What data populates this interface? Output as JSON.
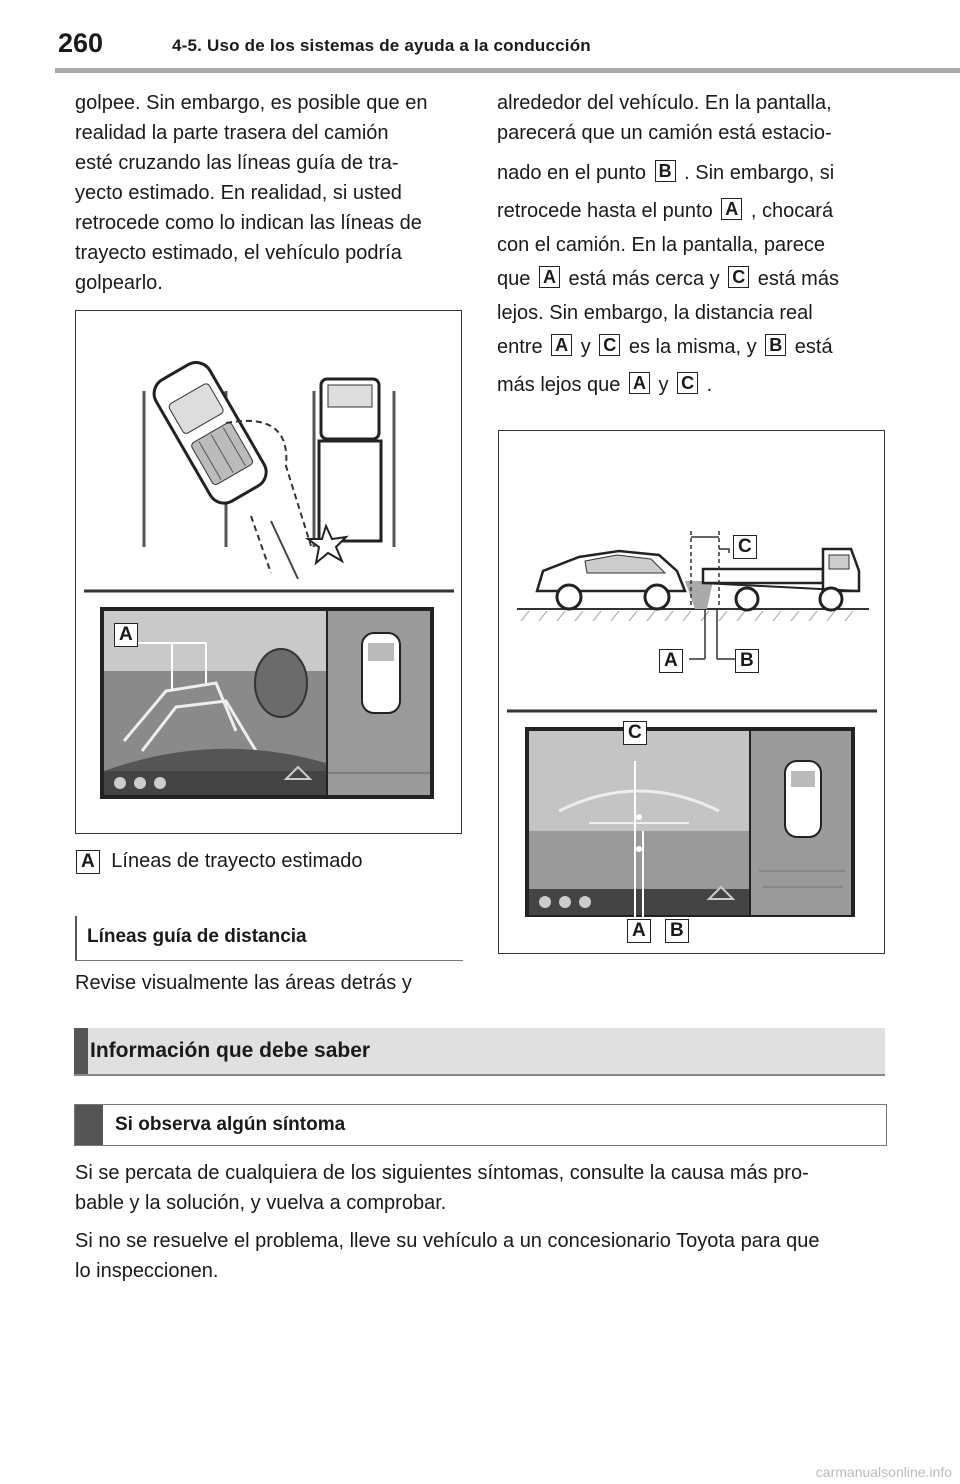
{
  "header": {
    "page_number": "260",
    "section": "4-5. Uso de los sistemas de ayuda a la conducción"
  },
  "left_column": {
    "paragraph": "golpee. Sin embargo, es posible que en realidad la parte trasera del camión esté cruzando las líneas guía de tra-yecto estimado. En realidad, si usted retrocede como lo indican las líneas de trayecto estimado, el vehículo podría golpearlo.",
    "lines": [
      "golpee. Sin embargo, es posible que en",
      "realidad la parte trasera del camión",
      "esté cruzando las líneas guía de tra-",
      "yecto estimado. En realidad, si usted",
      "retrocede como lo indican las líneas de",
      "trayecto estimado, el vehículo podría",
      "golpearlo."
    ],
    "caption_tag": "A",
    "caption_text": "Líneas de trayecto estimado",
    "subheading": "Líneas guía de distancia",
    "after_text": "Revise visualmente las áreas detrás y"
  },
  "right_column": {
    "line1": "alrededor del vehículo. En la pantalla,",
    "line2": "parecerá que un camión está estacio-",
    "line3_a": "nado en el punto",
    "line3_ref": "B",
    "line3_b": ". Sin embargo, si",
    "line4_a": "retrocede hasta el punto",
    "line4_ref": "A",
    "line4_b": ", chocará",
    "line5": "con el camión. En la pantalla, parece",
    "line6_a": "que",
    "line6_ref1": "A",
    "line6_b": "está más cerca y",
    "line6_ref2": "C",
    "line6_c": "está más",
    "line7": "lejos. Sin embargo, la distancia real",
    "line8_a": "entre",
    "line8_ref1": "A",
    "line8_b": "y",
    "line8_ref2": "C",
    "line8_c": "es la misma, y",
    "line8_ref3": "B",
    "line8_d": "está",
    "line9_a": "más lejos que",
    "line9_ref1": "A",
    "line9_b": "y",
    "line9_ref2": "C",
    "line9_c": "."
  },
  "figure1": {
    "callout": "A"
  },
  "figure2": {
    "labels": {
      "top_c": "C",
      "mid_a": "A",
      "mid_b": "B",
      "screen_c": "C",
      "screen_a": "A",
      "screen_b": "B"
    }
  },
  "info_band": {
    "title": "Información que debe saber"
  },
  "sub_box": {
    "title": "Si observa algún síntoma"
  },
  "bottom_text": {
    "p1_line1": "Si se percata de cualquiera de los siguientes síntomas, consulte la causa más pro-",
    "p1_line2": "bable y la solución, y vuelva a comprobar.",
    "p2_line1": "Si no se resuelve el problema, lleve su vehículo a un concesionario Toyota para que",
    "p2_line2": "lo inspeccionen."
  },
  "footer": {
    "watermark": "carmanualsonline.info"
  }
}
